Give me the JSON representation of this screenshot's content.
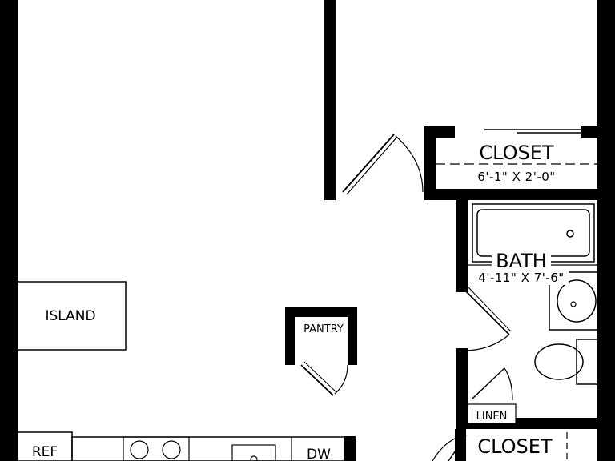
{
  "rooms": {
    "top_dimension": "",
    "closet_top": {
      "name": "CLOSET",
      "dimensions": "6'-1\" X 2'-0\""
    },
    "bath": {
      "name": "BATH",
      "dimensions": "4'-11\" X 7'-6\""
    },
    "island": "ISLAND",
    "pantry": "PANTRY",
    "linen": "LINEN",
    "ref": "REF",
    "dw": "DW",
    "closet_bottom": {
      "name": "CLOSET"
    }
  }
}
